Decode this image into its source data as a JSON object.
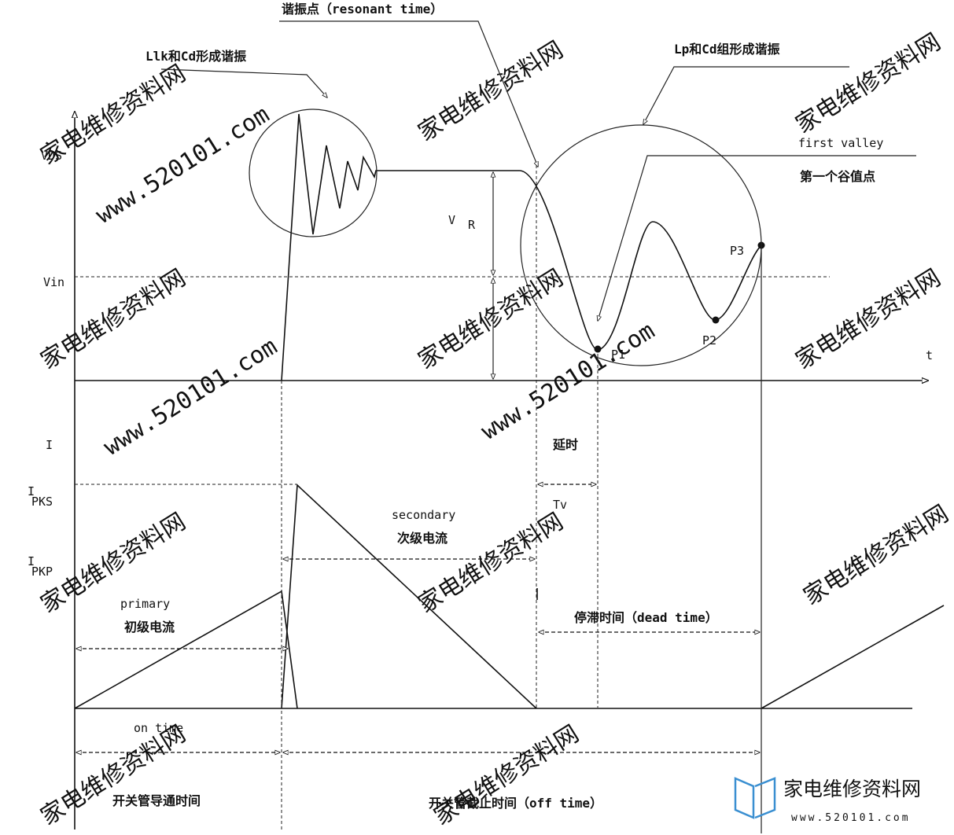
{
  "labels": {
    "vds": "VDS",
    "vin": "Vin",
    "vr_v": "V",
    "vr_r": "R",
    "t": "t",
    "i": "I",
    "ipks_i": "I",
    "ipks_sub": "PKS",
    "ipkp_i": "I",
    "ipkp_sub": "PKP",
    "resonant_point": "谐振点（resonant time）",
    "llk_cd_resonance": "Llk和Cd形成谐振",
    "lp_cd_resonance": "Lp和Cd组形成谐振",
    "first_valley": "first valley",
    "first_valley_cn": "第一个谷值点",
    "p1": "P1",
    "p2": "P2",
    "p3": "P3",
    "delay_cn": "延时",
    "tv": "Tv",
    "secondary": "secondary",
    "secondary_cn": "次级电流",
    "primary": "primary",
    "primary_cn": "初级电流",
    "dead_time": "停滞时间（dead time）",
    "on_time": "on time",
    "on_time_cn": "开关管导通时间",
    "off_time_cn": "开关管截止时间（off time）"
  },
  "watermark": {
    "text_cn": "家电维修资料网",
    "text_url": "www.520101.com",
    "logo_cn": "家电维修资料网",
    "logo_url": "www.520101.com",
    "color": "#d9d9d9",
    "logo_color": "#3a8fd1"
  }
}
